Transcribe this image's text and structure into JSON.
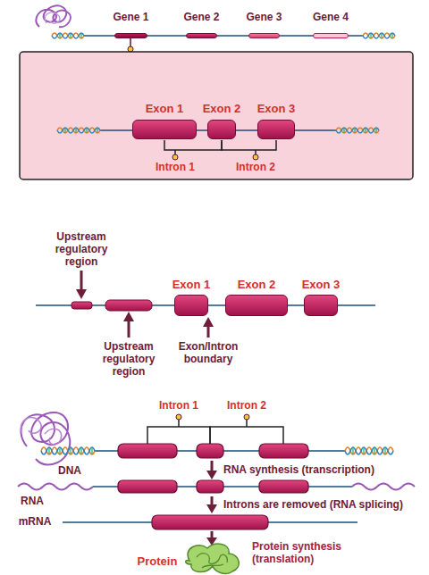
{
  "diagram": {
    "nodes": [
      {
        "text": [
          "Gene 1"
        ]
      },
      {
        "text": [
          "Gene 2"
        ]
      },
      {
        "text": [
          "Gene 3"
        ]
      },
      {
        "text": [
          "Gene 4"
        ]
      },
      {
        "text": [
          "Exon 1"
        ]
      },
      {
        "text": [
          "Exon 2"
        ]
      },
      {
        "text": [
          "Exon 3"
        ]
      },
      {
        "text": [
          "Exon 1"
        ]
      },
      {
        "text": [
          "Exon 2"
        ]
      },
      {
        "text": [
          "Exon 3"
        ]
      }
    ],
    "labels": [
      "Intron 1",
      "Intron 2",
      "Upstream regulatory region",
      "Upstream regulatory region",
      "Exon/Intron boundary",
      "DNA",
      "Intron 1",
      "Intron 2",
      "RNA synthesis (transcription)",
      "RNA",
      "Introns are removed (RNA splicing)",
      "mRNA",
      "Protein",
      "Protein synthesis (translation)"
    ]
  }
}
